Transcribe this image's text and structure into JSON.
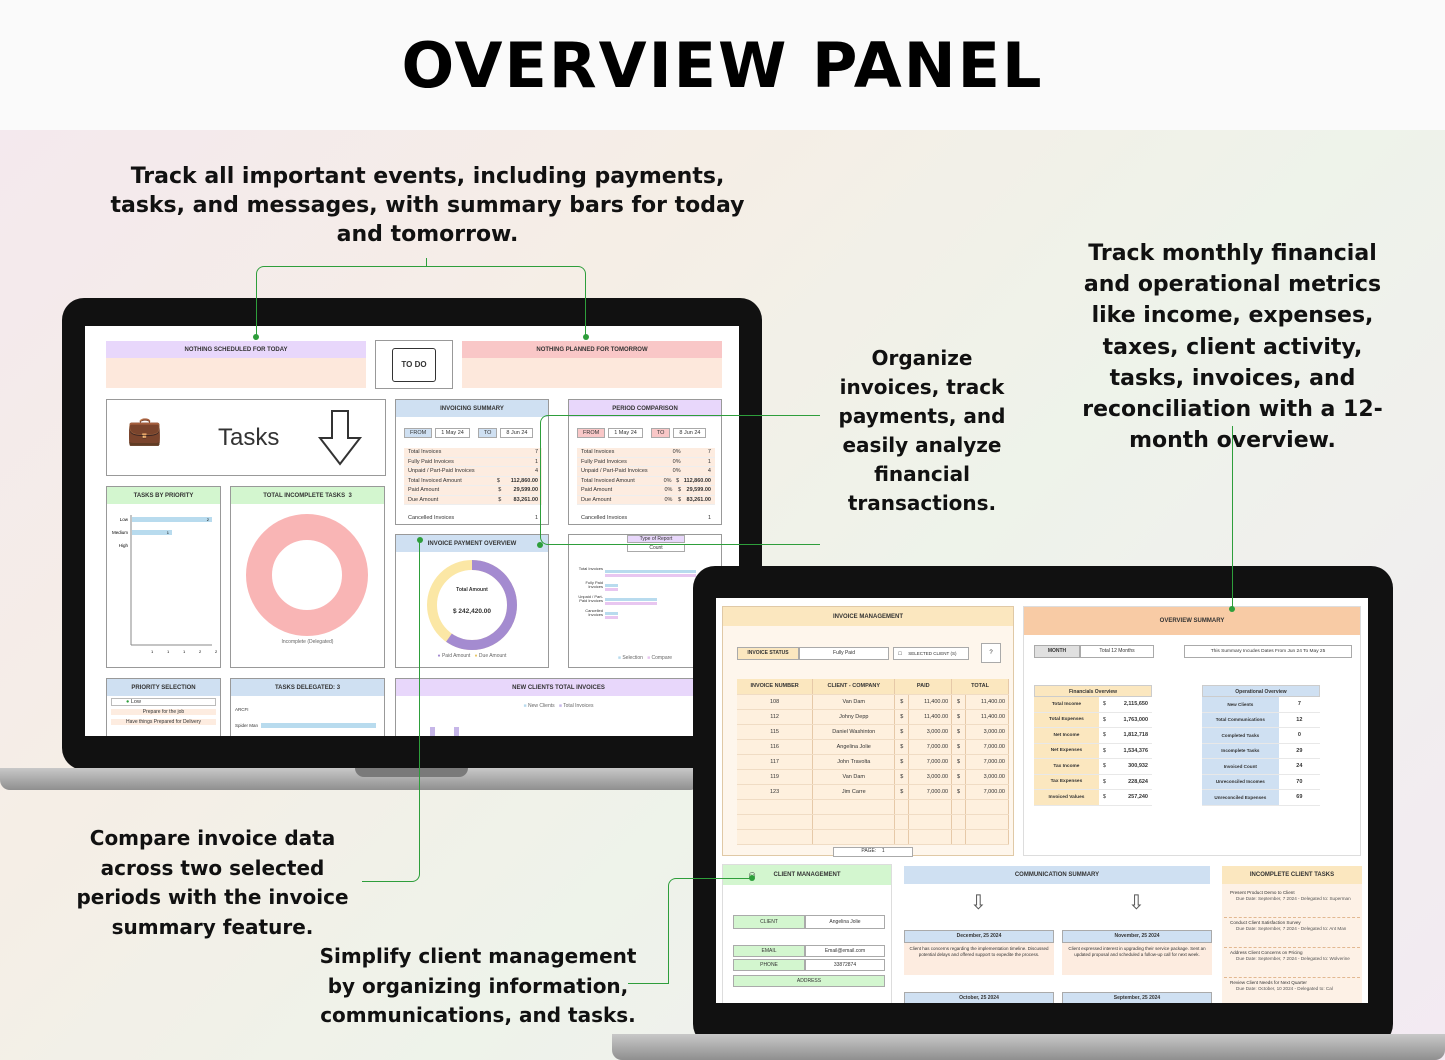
{
  "title": "OVERVIEW PANEL",
  "captions": {
    "events": "Track all important events, including payments, tasks, and messages, with summary bars for today and tomorrow.",
    "monthly": "Track monthly financial and operational metrics like income, expenses, taxes, client activity, tasks, invoices, and reconciliation with a 12-month overview.",
    "invoices": "Organize invoices, track payments, and easily analyze financial transactions.",
    "compare": "Compare invoice data across two selected periods with the invoice summary feature.",
    "clients": "Simplify client management by organizing information, communications, and tasks."
  },
  "left": {
    "today": "NOTHING SCHEDULED FOR TODAY",
    "tomorrow": "NOTHING PLANNED FOR TOMORROW",
    "todo": "TO DO",
    "tasks": "Tasks",
    "tasks_by_priority": "TASKS BY PRIORITY",
    "priorities": [
      {
        "label": "Low",
        "value": 2
      },
      {
        "label": "Medium",
        "value": 1
      },
      {
        "label": "High",
        "value": 0
      }
    ],
    "x_ticks": [
      "1",
      "1",
      "1",
      "2",
      "2"
    ],
    "total_incomplete": "TOTAL INCOMPLETE TASKS",
    "total_incomplete_value": "3",
    "donut_legend": "Incomplete (Delegated)",
    "invoicing_summary": "INVOICING SUMMARY",
    "period_comparison": "PERIOD COMPARISON",
    "from": "FROM",
    "to": "TO",
    "date_from": "1 May 24",
    "date_to": "8 Jun 24",
    "summary_rows": [
      {
        "label": "Total Invoices",
        "cur": "",
        "val": "7"
      },
      {
        "label": "Fully Paid Invoices",
        "cur": "",
        "val": "1"
      },
      {
        "label": "Unpaid / Part-Paid Invoices",
        "cur": "",
        "val": "4"
      },
      {
        "label": "Total Invoiced Amount",
        "cur": "$",
        "val": "112,860.00"
      },
      {
        "label": "Paid Amount",
        "cur": "$",
        "val": "29,599.00"
      },
      {
        "label": "Due Amount",
        "cur": "$",
        "val": "83,261.00"
      }
    ],
    "cancelled_label": "Cancelled Invoices",
    "cancelled_value": "1",
    "period_pct": "0%",
    "invoice_payment_overview": "INVOICE PAYMENT OVERVIEW",
    "total_amount_label": "Total Amount",
    "total_amount": "$ 242,420.00",
    "pay_legend": [
      "Paid Amount",
      "Due Amount"
    ],
    "type_of_report": "Type of Report",
    "report_value": "Count",
    "bar_labels": [
      "Total Invoices",
      "Fully Paid Invoices",
      "Unpaid / Part-Paid Invoices",
      "Cancelled Invoices"
    ],
    "bar_legend": [
      "Selection",
      "Compare"
    ],
    "priority_selection": "PRIORITY SELECTION",
    "priority_value": "Low",
    "priority_items": [
      "Prepare for the job",
      "Have things Prepared for Delivery"
    ],
    "tasks_delegated": "TASKS DELEGATED: 3",
    "delegated_labels": [
      "ARCFI",
      "Spider Man"
    ],
    "new_clients": "NEW CLIENTS TOTAL INVOICES",
    "nc_legend": [
      "New Clients",
      "Total Invoices"
    ]
  },
  "right": {
    "invoice_management": "INVOICE MANAGEMENT",
    "invoice_status": "INVOICE STATUS",
    "status_value": "Fully Paid",
    "selected_client": "SELECTED CLIENT (S)",
    "help": "?",
    "inv_headers": [
      "INVOICE NUMBER",
      "CLIENT - COMPANY",
      "PAID",
      "TOTAL"
    ],
    "inv_rows": [
      {
        "no": "108",
        "client": "Van Dam",
        "paid": "11,400.00",
        "total": "11,400.00"
      },
      {
        "no": "112",
        "client": "Johny Depp",
        "paid": "11,400.00",
        "total": "11,400.00"
      },
      {
        "no": "115",
        "client": "Daniel Washinton",
        "paid": "3,000.00",
        "total": "3,000.00"
      },
      {
        "no": "116",
        "client": "Angelina Jolie",
        "paid": "7,000.00",
        "total": "7,000.00"
      },
      {
        "no": "117",
        "client": "John Travolta",
        "paid": "7,000.00",
        "total": "7,000.00"
      },
      {
        "no": "119",
        "client": "Van Dam",
        "paid": "3,000.00",
        "total": "3,000.00"
      },
      {
        "no": "123",
        "client": "Jim Carre",
        "paid": "7,000.00",
        "total": "7,000.00"
      }
    ],
    "page_label": "PAGE:",
    "page_value": "1",
    "overview_summary": "OVERVIEW SUMMARY",
    "month_label": "MONTH",
    "month_value": "Total 12 Months",
    "summary_note": "This Summary Incudes Dates From Jun 24 To May 25",
    "fin_title": "Financials Overview",
    "fin_rows": [
      {
        "label": "Total Income",
        "val": "2,115,650"
      },
      {
        "label": "Total Expenses",
        "val": "1,763,000"
      },
      {
        "label": "Net Income",
        "val": "1,812,718"
      },
      {
        "label": "Net Expenses",
        "val": "1,534,376"
      },
      {
        "label": "Tax Income",
        "val": "300,932"
      },
      {
        "label": "Tax Expenses",
        "val": "228,624"
      },
      {
        "label": "Invoiced Values",
        "val": "257,240"
      }
    ],
    "op_title": "Operational Overview",
    "op_rows": [
      {
        "label": "New Clients",
        "val": "7"
      },
      {
        "label": "Total Communications",
        "val": "12"
      },
      {
        "label": "Completed Tasks",
        "val": "0"
      },
      {
        "label": "Incomplete Tasks",
        "val": "29"
      },
      {
        "label": "Invoiced Count",
        "val": "24"
      },
      {
        "label": "Unreconciled Incomes",
        "val": "70"
      },
      {
        "label": "Unreconciled Expenses",
        "val": "69"
      }
    ],
    "client_management": "CLIENT MANAGEMENT",
    "client_label": "CLIENT",
    "client_value": "Angelina Jolie",
    "email_label": "EMAIL",
    "email_value": "Email@email.com",
    "phone_label": "PHONE",
    "phone_value": "33872874",
    "address_label": "ADDRESS",
    "comm_summary": "COMMUNICATION SUMMARY",
    "comm_cards": [
      {
        "date": "December, 25 2024",
        "text": "Client has concerns regarding the implementation timeline. Discussed potential delays and offered support to expedite the process."
      },
      {
        "date": "November, 25 2024",
        "text": "Client expressed interest in upgrading their service package. Sent an updated proposal and scheduled a follow-up call for next week."
      }
    ],
    "comm_dates2": [
      "October, 25 2024",
      "September, 25 2024"
    ],
    "incomplete_tasks": "INCOMPLETE CLIENT TASKS",
    "task_items": [
      {
        "t": "Present Product Demo to Client",
        "d": "Due Date: September, 7 2024 - Delegated to: Superman"
      },
      {
        "t": "Conduct Client Satisfaction Survey",
        "d": "Due Date: September, 7 2024 - Delegated to: Ant Man"
      },
      {
        "t": "Address Client Concerns on Pricing",
        "d": "Due Date: September, 7 2024 - Delegated to: Wolverine"
      },
      {
        "t": "Review Client Needs for Next Quarter",
        "d": "Due Date: October, 10 2024 - Delegated to: Cal"
      }
    ]
  },
  "colors": {
    "green": "#2e9e3b",
    "purple": "#e8d7fb",
    "pink": "#f9c7c7",
    "blue": "#cfe0f2",
    "mint": "#d3f6cf",
    "orange": "#f8cba5",
    "cream": "#fbe7bf"
  }
}
